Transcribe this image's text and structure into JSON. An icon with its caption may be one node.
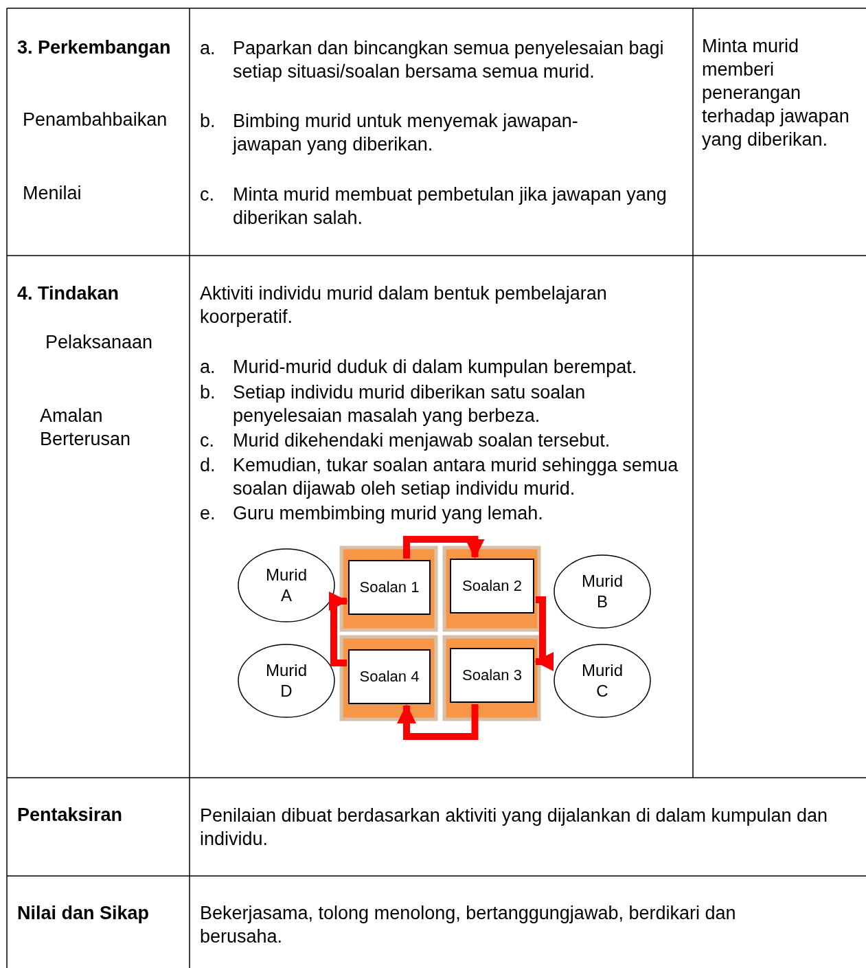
{
  "diagram": {
    "nodes": [
      {
        "text": [
          "Murid A"
        ]
      },
      {
        "text": [
          "Soalan 1"
        ]
      },
      {
        "text": [
          "Soalan 2"
        ]
      },
      {
        "text": [
          "Murid B"
        ]
      },
      {
        "text": [
          "Murid D"
        ]
      },
      {
        "text": [
          "Soalan 4"
        ]
      },
      {
        "text": [
          "Soalan 3"
        ]
      },
      {
        "text": [
          "Murid C"
        ]
      }
    ],
    "edges": [
      {
        "from": 1,
        "to": 2,
        "arrow": "to",
        "color": "#ff0000"
      },
      {
        "from": 2,
        "to": 6,
        "arrow": "to",
        "color": "#ff0000"
      },
      {
        "from": 6,
        "to": 5,
        "arrow": "to",
        "color": "#ff0000"
      },
      {
        "from": 5,
        "to": 1,
        "arrow": "to",
        "color": "#ff0000"
      }
    ],
    "labels": [
      "3. Perkembangan",
      "Penambahbaikan",
      "Menilai",
      "a.",
      "Paparkan dan bincangkan semua penyelesaian bagi setiap situasi/soalan bersama semua murid.",
      "b.",
      "Bimbing murid untuk menyemak jawapan-jawapan yang diberikan.",
      "c.",
      "Minta murid membuat pembetulan jika jawapan yang diberikan salah.",
      "Minta murid memberi penerangan terhadap jawapan yang diberikan.",
      "4. Tindakan",
      "Pelaksanaan",
      "Amalan Berterusan",
      "Aktiviti individu murid dalam bentuk pembelajaran koorperatif.",
      "a.",
      "Murid-murid duduk di dalam kumpulan berempat.",
      "b.",
      "Setiap individu murid diberikan satu soalan penyelesaian masalah yang berbeza.",
      "c.",
      "Murid dikehendaki menjawab soalan tersebut.",
      "d.",
      "Kemudian, tukar soalan antara murid sehingga semua soalan dijawab oleh setiap individu murid.",
      "e.",
      "Guru membimbing murid yang lemah.",
      "Pentaksiran",
      "Penilaian dibuat berdasarkan aktiviti yang dijalankan di dalam kumpulan dan individu.",
      "Nilai dan Sikap",
      "Bekerjasama, tolong menolong, bertanggungjawab, berdikari dan berusaha."
    ]
  }
}
